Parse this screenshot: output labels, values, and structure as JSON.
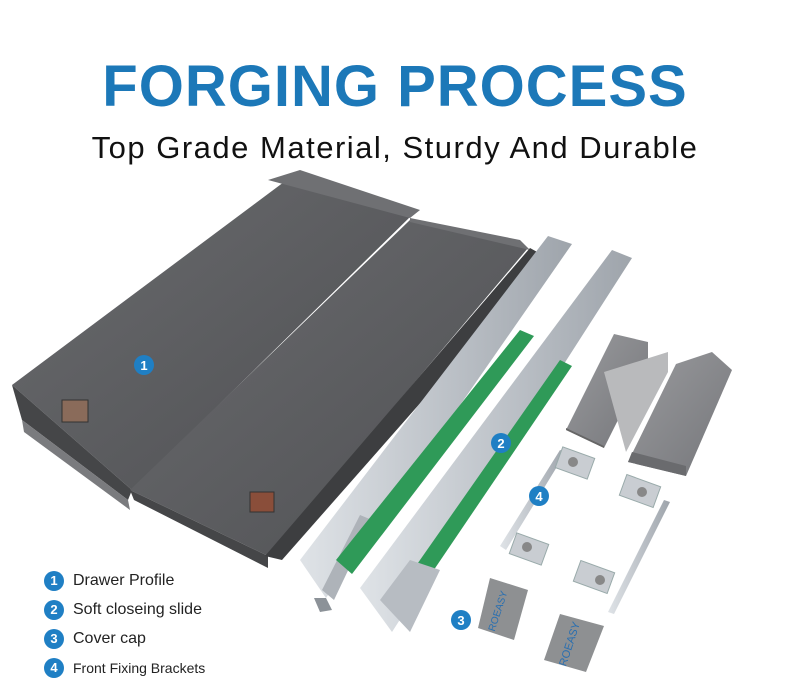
{
  "title": "FORGING PROCESS",
  "subtitle": "Top Grade Material, Sturdy And Durable",
  "colors": {
    "title": "#1c78b8",
    "badge": "#1f7fc4",
    "panel": "#5b5c5f",
    "steel": "#c7ccd2",
    "green": "#2f9a58",
    "cap": "#8a8b8e",
    "clip": "#8e9092"
  },
  "callouts": [
    "1",
    "2",
    "3",
    "4"
  ],
  "legend": [
    {
      "num": "1",
      "label": "Drawer Profile"
    },
    {
      "num": "2",
      "label": "Soft closeing slide"
    },
    {
      "num": "3",
      "label": "Cover cap"
    },
    {
      "num": "4",
      "label": "Front Fixing Brackets"
    }
  ],
  "clip_brand": "ROEASY"
}
